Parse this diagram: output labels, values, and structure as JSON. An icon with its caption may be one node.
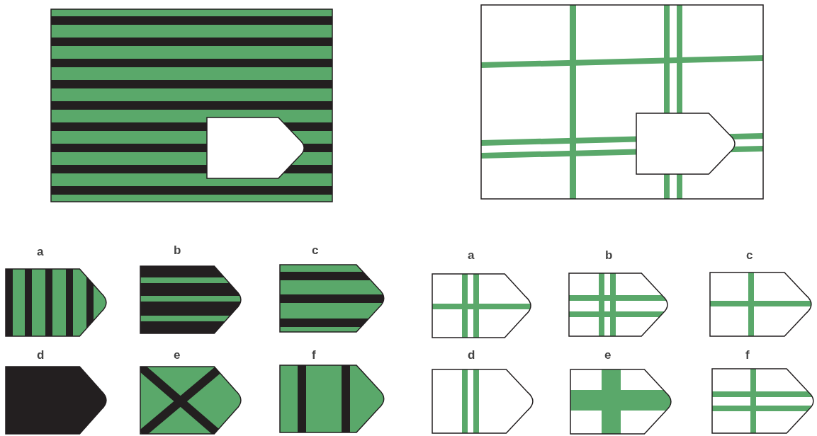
{
  "diagram": {
    "labels": [
      "a",
      "b",
      "c",
      "d",
      "e",
      "f",
      "a",
      "b",
      "c",
      "d",
      "e",
      "f"
    ]
  }
}
